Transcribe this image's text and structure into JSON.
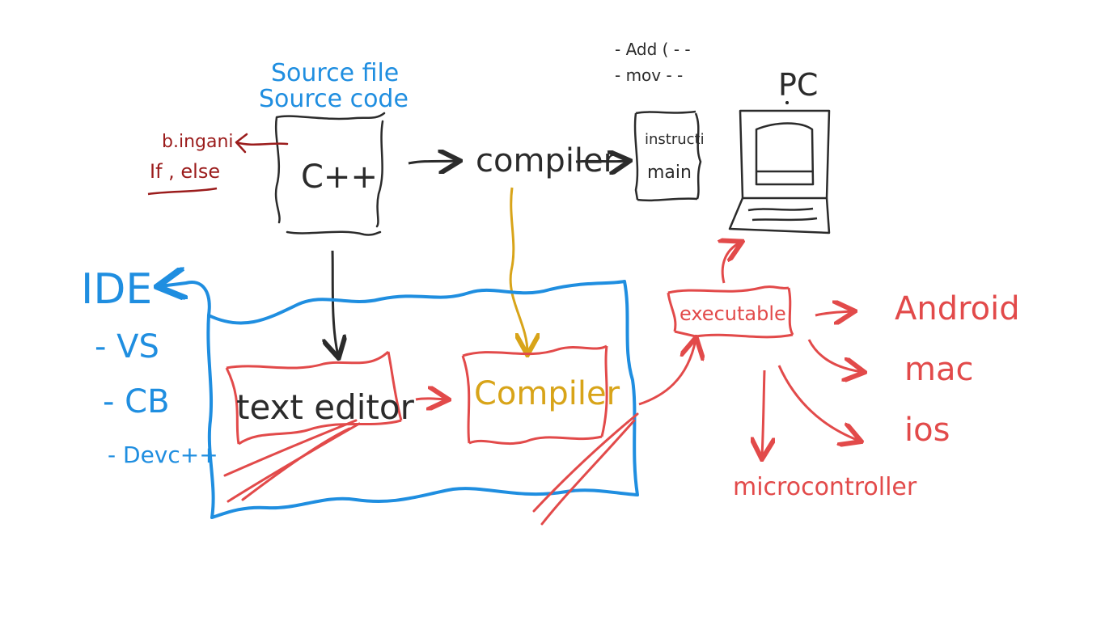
{
  "colors": {
    "ink": "#2b2b2b",
    "blue": "#1f8ee0",
    "red": "#e24a4a",
    "darkred": "#9b1c1c",
    "gold": "#d8a419"
  },
  "top_row": {
    "source_title_1": "Source file",
    "source_title_2": "Source code",
    "source_box_label": "C++",
    "compiler_label": "compiler",
    "instr_box_line1": "instructi",
    "instr_box_line2": "main",
    "asm_line1": "- Add ( - -",
    "asm_line2": "- mov - -",
    "pc_label": "PC"
  },
  "side_notes": {
    "line1": "b.ingani",
    "line2": "If , else"
  },
  "ide": {
    "title": "IDE",
    "items": [
      "- VS",
      "- CB",
      "- Devc++"
    ]
  },
  "ide_box": {
    "text_editor_label": "text editor",
    "compiler_label": "Compiler"
  },
  "outputs": {
    "executable_label": "executable",
    "targets": [
      "Android",
      "mac",
      "ios",
      "microcontroller"
    ]
  }
}
